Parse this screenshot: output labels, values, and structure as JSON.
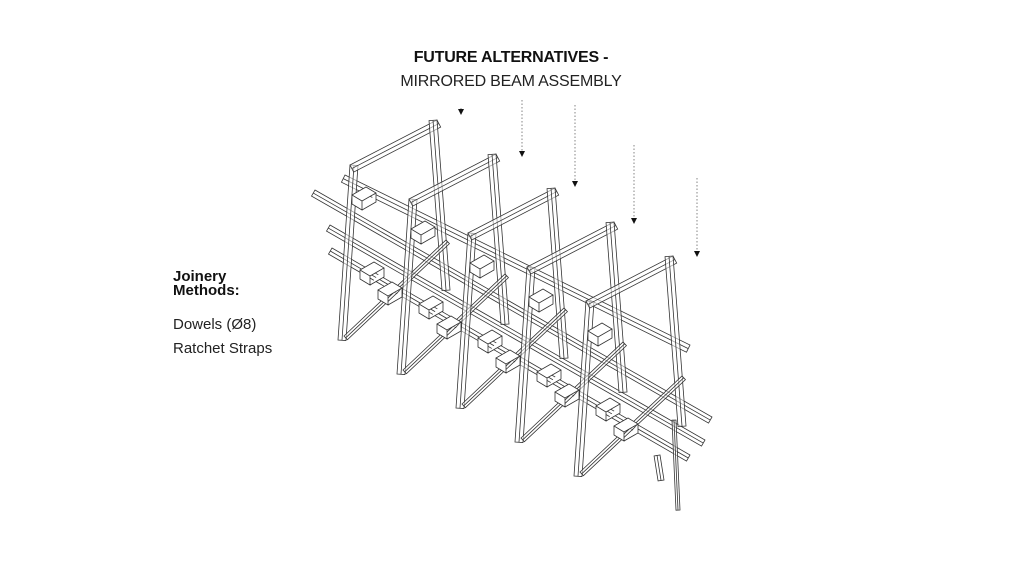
{
  "title": "FUTURE ALTERNATIVES -",
  "subtitle": "MIRRORED BEAM ASSEMBLY",
  "legend": {
    "heading": "Joinery Methods:",
    "items": [
      "Dowels (Ø8)",
      "Ratchet Straps"
    ]
  },
  "frame_count": 5,
  "arrow_count": 5,
  "line_color": "#333333"
}
